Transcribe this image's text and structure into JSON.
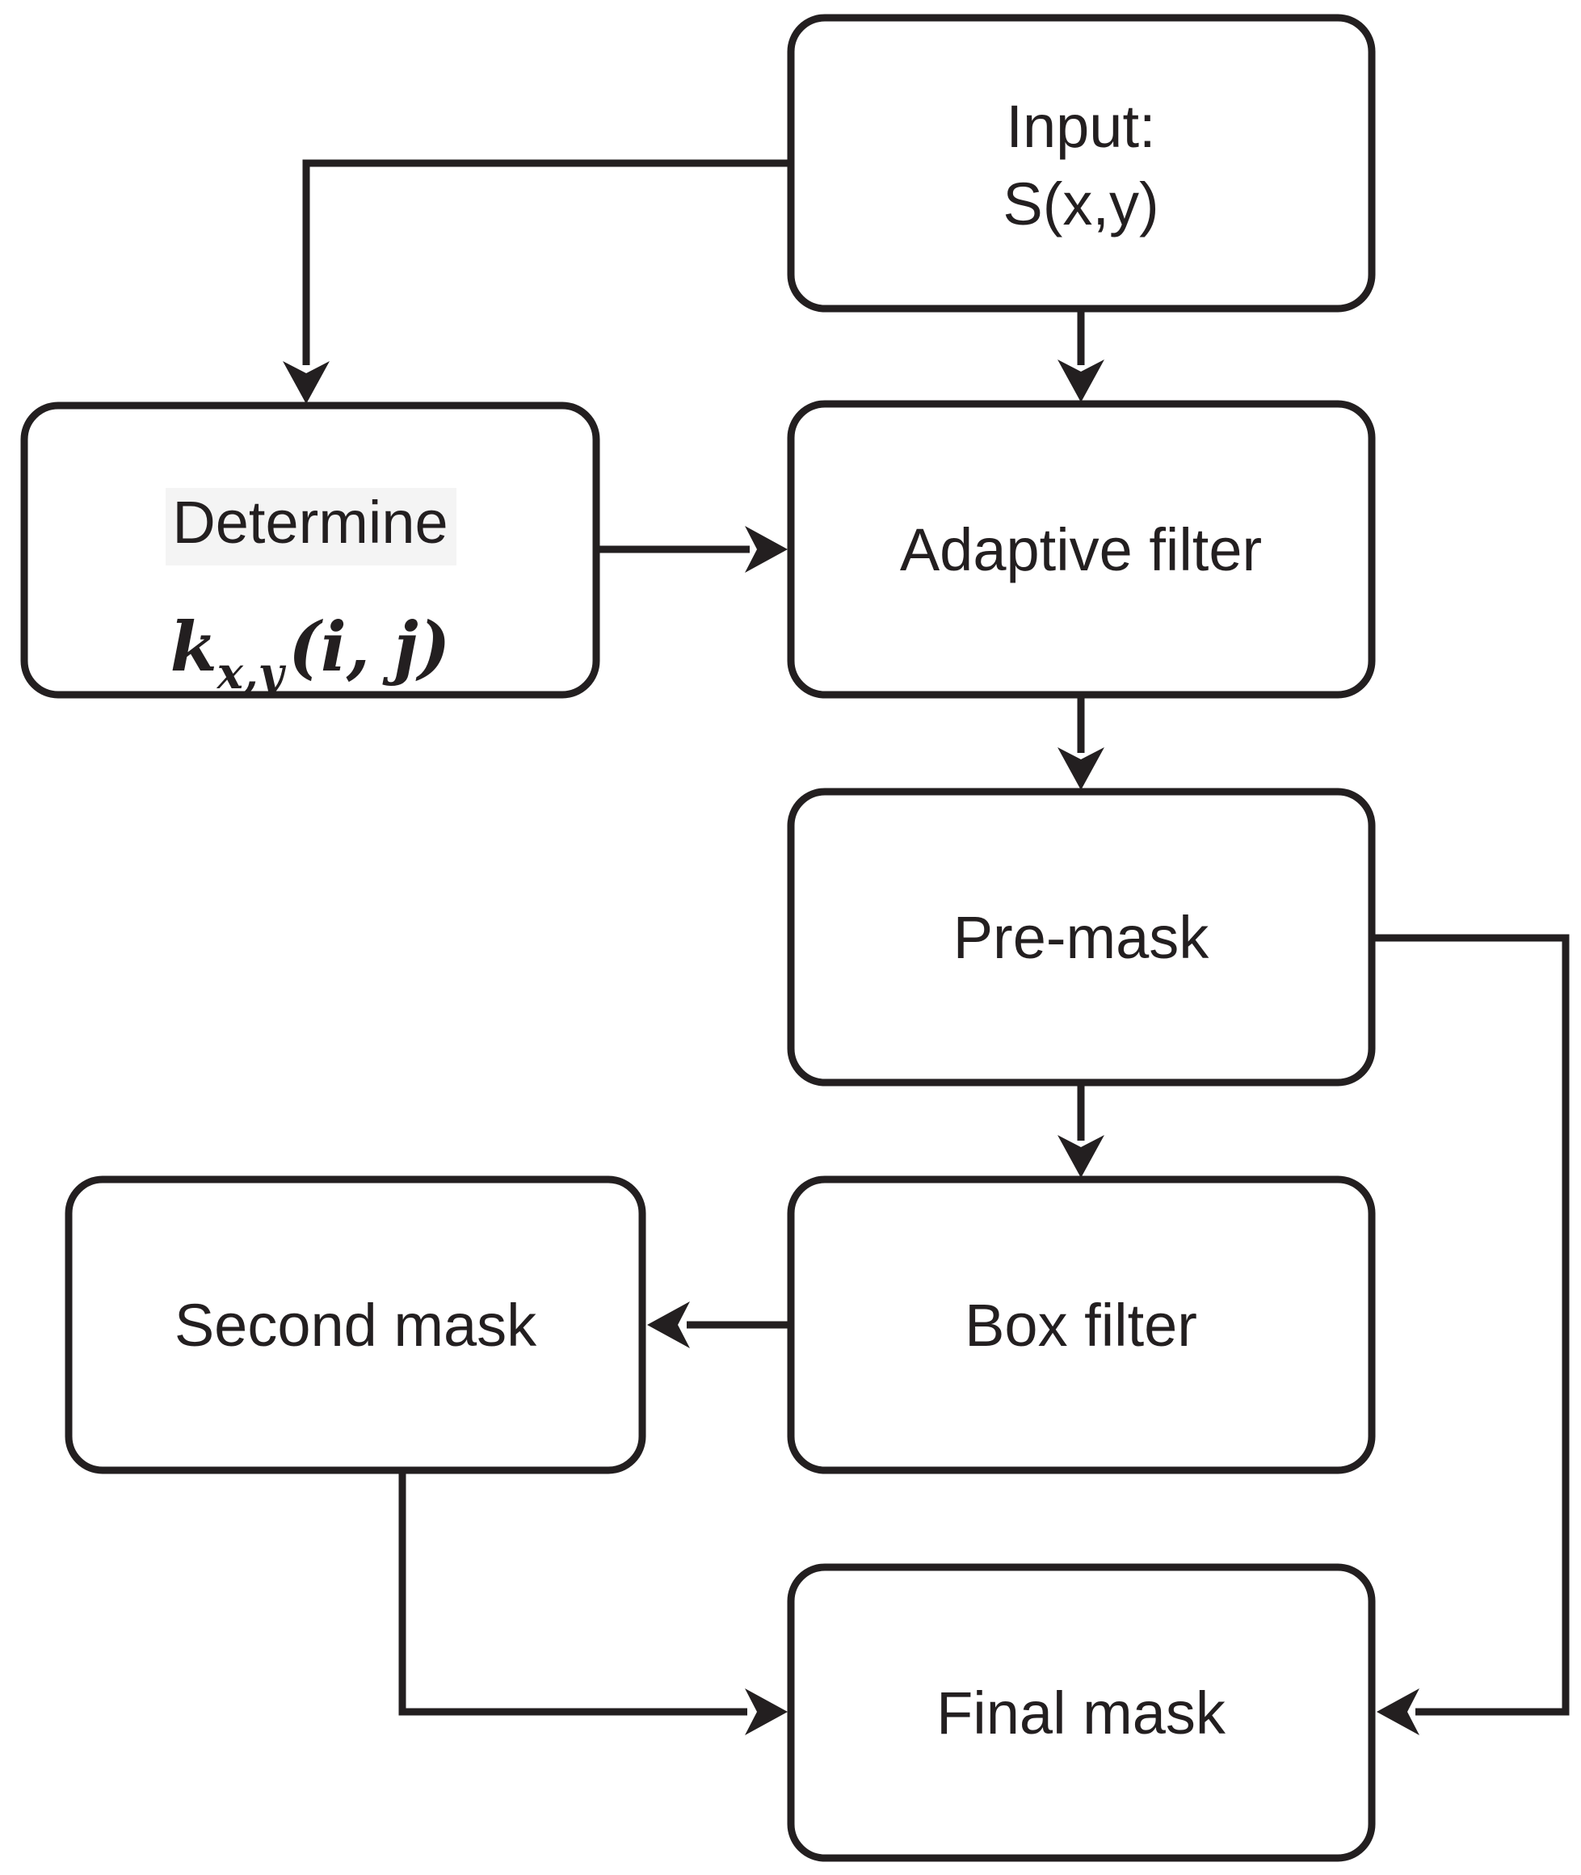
{
  "figure": {
    "background": "#ffffff",
    "ink_color": "#231f20",
    "highlight_color": "#f4f4f4",
    "nodes": {
      "input": {
        "line1": "Input:",
        "line2": "S(x,y)"
      },
      "determine": {
        "label": "Determine",
        "formula": {
          "base": "k",
          "subscript": "x,y",
          "arguments": "(i, j)"
        }
      },
      "adaptive_filter": {
        "label": "Adaptive filter"
      },
      "pre_mask": {
        "label": "Pre-mask"
      },
      "box_filter": {
        "label": "Box filter"
      },
      "second_mask": {
        "label": "Second mask"
      },
      "final_mask": {
        "label": "Final mask"
      }
    },
    "edges": [
      {
        "from": "input",
        "to": "determine"
      },
      {
        "from": "input",
        "to": "adaptive_filter"
      },
      {
        "from": "determine",
        "to": "adaptive_filter"
      },
      {
        "from": "adaptive_filter",
        "to": "pre_mask"
      },
      {
        "from": "pre_mask",
        "to": "box_filter"
      },
      {
        "from": "pre_mask",
        "to": "final_mask"
      },
      {
        "from": "box_filter",
        "to": "second_mask"
      },
      {
        "from": "second_mask",
        "to": "final_mask"
      }
    ]
  }
}
